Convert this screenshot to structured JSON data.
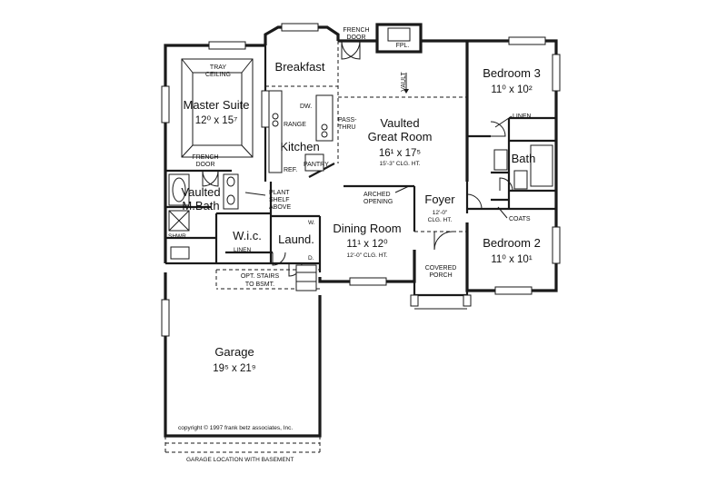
{
  "rooms": {
    "master_suite": {
      "name": "Master Suite",
      "dim": "12⁰ x 15⁷",
      "note_1": "TRAY",
      "note_2": "CEILING"
    },
    "breakfast": {
      "name": "Breakfast"
    },
    "kitchen": {
      "name": "Kitchen"
    },
    "great_room": {
      "name_1": "Vaulted",
      "name_2": "Great Room",
      "dim": "16¹ x 17⁵",
      "note": "15'-3\" CLG. HT."
    },
    "bedroom3": {
      "name": "Bedroom 3",
      "dim": "11⁰ x 10²"
    },
    "bath": {
      "name": "Bath"
    },
    "master_bath": {
      "name_1": "Vaulted",
      "name_2": "M.Bath"
    },
    "wic": {
      "name": "W.i.c."
    },
    "laundry": {
      "name": "Laund."
    },
    "dining_room": {
      "name": "Dining Room",
      "dim": "11¹ x 12⁰",
      "note": "12'-0\" CLG. HT."
    },
    "foyer": {
      "name": "Foyer",
      "note_1": "12'-0\"",
      "note_2": "CLG. HT."
    },
    "bedroom2": {
      "name": "Bedroom 2",
      "dim": "11⁰ x 10¹"
    },
    "garage": {
      "name": "Garage",
      "dim": "19⁵ x 21⁹"
    }
  },
  "labels": {
    "french_door_top_1": "FRENCH",
    "french_door_top_2": "DOOR",
    "fpl": "FPL.",
    "vault": "VAULT",
    "dw": "DW.",
    "range": "RANGE",
    "pass_thru_1": "PASS-",
    "pass_thru_2": "THRU",
    "ref": "REF.",
    "pantry": "PANTRY",
    "french_door_left_1": "FRENCH",
    "french_door_left_2": "DOOR",
    "plant_shelf_1": "PLANT",
    "plant_shelf_2": "SHELF",
    "plant_shelf_3": "ABOVE",
    "arched_1": "ARCHED",
    "arched_2": "OPENING",
    "linen_top": "LINEN",
    "coats": "COATS",
    "shwr": "SHWR",
    "linen_wic": "LINEN",
    "w_mark": "W.",
    "d_mark": "D.",
    "covered_porch_1": "COVERED",
    "covered_porch_2": "PORCH",
    "opt_stairs_1": "OPT. STAIRS",
    "opt_stairs_2": "TO BSMT.",
    "copyright": "copyright © 1997 frank betz associates, Inc.",
    "garage_location": "GARAGE LOCATION WITH BASEMENT"
  }
}
